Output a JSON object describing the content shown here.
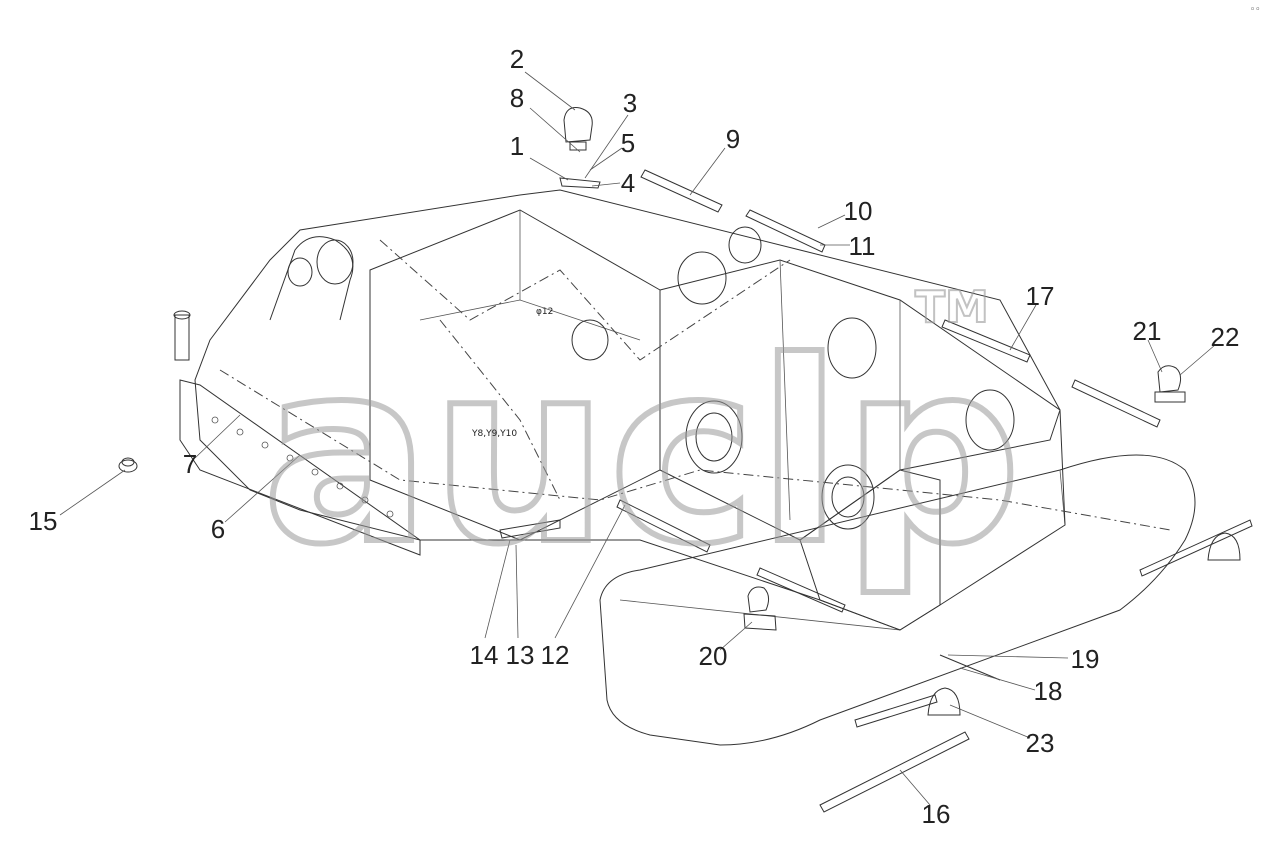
{
  "watermark": {
    "text": "auclp",
    "tm": "TM"
  },
  "callouts": [
    "1",
    "2",
    "3",
    "4",
    "5",
    "6",
    "7",
    "8",
    "9",
    "10",
    "11",
    "12",
    "13",
    "14",
    "15",
    "16",
    "17",
    "18",
    "19",
    "20",
    "21",
    "22",
    "23"
  ],
  "section_label": "φ12",
  "y_label": "Y8,Y9,Y10",
  "corner_mark": "◦◦"
}
